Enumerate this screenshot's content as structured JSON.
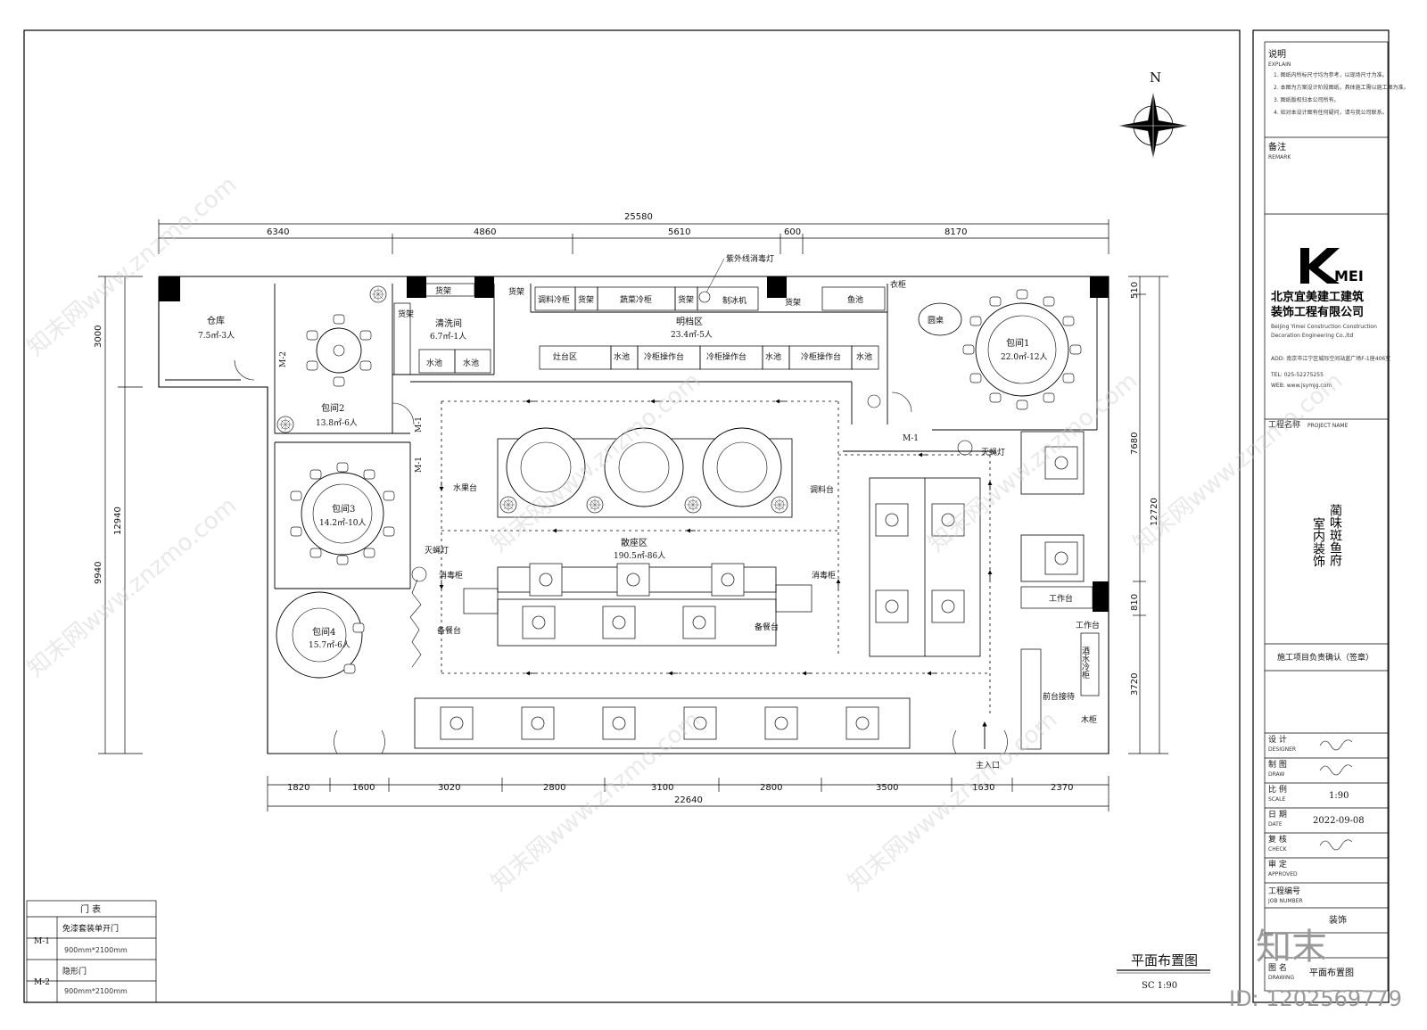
{
  "north_label": "N",
  "overall_dims": {
    "top_total": "25580",
    "top_segments": [
      "6340",
      "4860",
      "5610",
      "600",
      "8170"
    ],
    "bottom_total": "22640",
    "bottom_segments": [
      "1820",
      "1600",
      "3020",
      "2800",
      "3100",
      "2800",
      "3500",
      "1630",
      "2370"
    ],
    "left_total": "12940",
    "left_segments": [
      "3000",
      "9940"
    ],
    "right_total": "12720",
    "right_segments": [
      "510",
      "7680",
      "810",
      "3720"
    ]
  },
  "rooms": {
    "storage_name": "仓库",
    "storage_area": "7.5㎡-3人",
    "private2_name": "包间2",
    "private2_area": "13.8㎡-6人",
    "wash_name": "清洗间",
    "wash_area": "6.7㎡-1人",
    "open_kitchen_name": "明档区",
    "open_kitchen_area": "23.4㎡-5人",
    "private1_name": "包间1",
    "private1_area": "22.0㎡-12人",
    "private3_name": "包间3",
    "private3_area": "14.2㎡-10人",
    "private4_name": "包间4",
    "private4_area": "15.7㎡-6人",
    "seating_name": "散座区",
    "seating_area": "190.5㎡-86人"
  },
  "fixtures": {
    "shelf": "货架",
    "sink": "水池",
    "wash_sink": "水池",
    "uv_lamp": "紫外线消毒灯",
    "seasoning_fridge": "调料冷柜",
    "veg_fridge": "蔬菜冷柜",
    "ice_machine": "制冰机",
    "fish_tank": "鱼池",
    "wardrobe": "衣柜",
    "round_table": "圆桌",
    "stove_area": "灶台区",
    "fridge_work_1": "冷柜操作台",
    "fridge_work_2": "冷柜操作台",
    "fridge_work_3": "冷柜操作台",
    "fruit_station": "水果台",
    "seasoning_station": "调料台",
    "fire_light": "灭蝇灯",
    "fire_light_2": "灭蝇灯",
    "sterilizer_left": "消毒柜",
    "sterilizer_right": "消毒柜",
    "prep_station_left": "备餐台",
    "prep_station_right": "备餐台",
    "work_table_1": "工作台",
    "work_table_2": "工作台",
    "wine_fridge": "酒水冷柜",
    "reception": "前台接待",
    "wood_cabinet": "木柜",
    "main_entrance": "主入口",
    "door_m1": "M-1",
    "door_m2": "M-2"
  },
  "door_table": {
    "title": "门 表",
    "rows": [
      {
        "code": "M-1",
        "name": "免漆套装单开门",
        "size": "900mm*2100mm"
      },
      {
        "code": "M-2",
        "name": "隐形门",
        "size": "900mm*2100mm"
      }
    ]
  },
  "drawing_title": {
    "name": "平面布置图",
    "scale": "SC  1:90"
  },
  "title_block": {
    "notes_title": "说明",
    "notes_en": "EXPLAIN",
    "notes_lines": [
      "1. 图纸内所标尺寸均为参考，以现场尺寸为准。",
      "2. 本图为方案设计阶段图纸，具体施工需以施工图为准。",
      "3. 图纸版权归本公司所有。",
      "4. 如对本设计图有任何疑问，请与我公司联系。"
    ],
    "remark_title": "备注",
    "remark_en": "REMARK",
    "logo_text": "MEI",
    "company_cn_1": "北京宜美建工建筑",
    "company_cn_2": "装饰工程有限公司",
    "company_en_1": "Beijing Yimei Construction Construction",
    "company_en_2": "Decoration Engineering Co.,ltd",
    "address": "ADD: 南京市江宁区城际空间站蓝广场F-1座406室",
    "tel": "TEL:  025-52275255",
    "web": "WEB:  www.jsymjg.com",
    "project_label": "工程名称",
    "project_label_en": "PROJECT NAME",
    "project_name_1": "蔺味斑鱼府",
    "project_name_2": "室内装饰",
    "confirm_label": "施工项目负责确认（签章）",
    "designer_label": "设  计",
    "designer_en": "DESIGNER",
    "drawer_label": "制  图",
    "drawer_en": "DRAW",
    "scale_label": "比  例",
    "scale_en": "SCALE",
    "scale_value": "1:90",
    "date_label": "日  期",
    "date_en": "DATE",
    "date_value": "2022-09-08",
    "check_label": "复  核",
    "check_en": "CHECK",
    "approve_label": "审  定",
    "approve_en": "APPROVED",
    "job_label": "工程编号",
    "job_en": "JOB NUMBER",
    "job_value": "装饰",
    "drawing_label": "图  名",
    "drawing_en": "DRAWING",
    "drawing_value": "平面布置图"
  },
  "watermark": {
    "site": "知末网www.znzmo.com",
    "brand": "知末",
    "id": "ID: 1202569779"
  }
}
